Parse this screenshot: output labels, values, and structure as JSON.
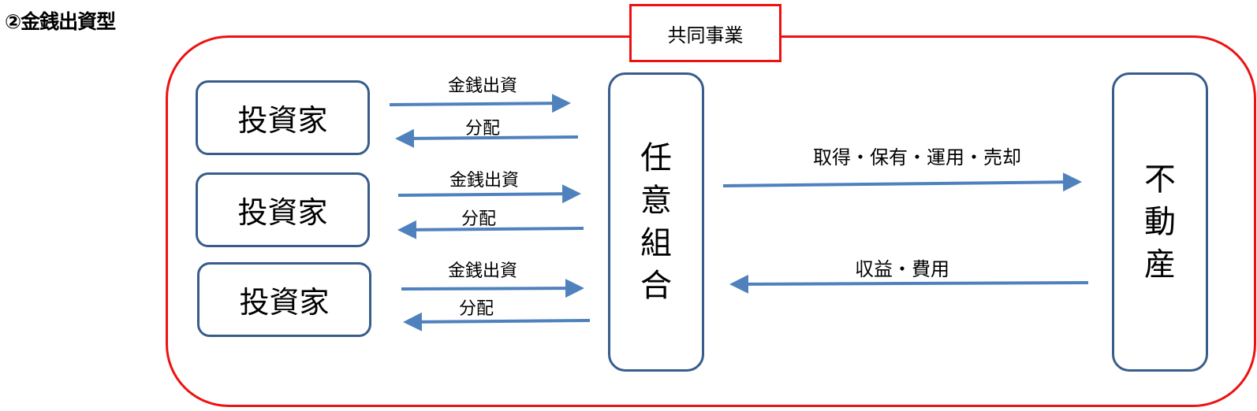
{
  "title": "②金銭出資型",
  "joint_business_label": "共同事業",
  "investors": [
    {
      "label": "投資家",
      "contribution_label": "金銭出資",
      "distribution_label": "分配"
    },
    {
      "label": "投資家",
      "contribution_label": "金銭出資",
      "distribution_label": "分配"
    },
    {
      "label": "投資家",
      "contribution_label": "金銭出資",
      "distribution_label": "分配"
    }
  ],
  "association": {
    "chars": [
      "任",
      "意",
      "組",
      "合"
    ]
  },
  "real_estate": {
    "chars": [
      "不",
      "動",
      "産"
    ]
  },
  "flows": {
    "to_real_estate_label": "取得・保有・運用・売却",
    "from_real_estate_label": "収益・費用"
  },
  "colors": {
    "frame": "#ee1111",
    "node_border": "#385d8a",
    "arrow": "#4f81bd"
  }
}
